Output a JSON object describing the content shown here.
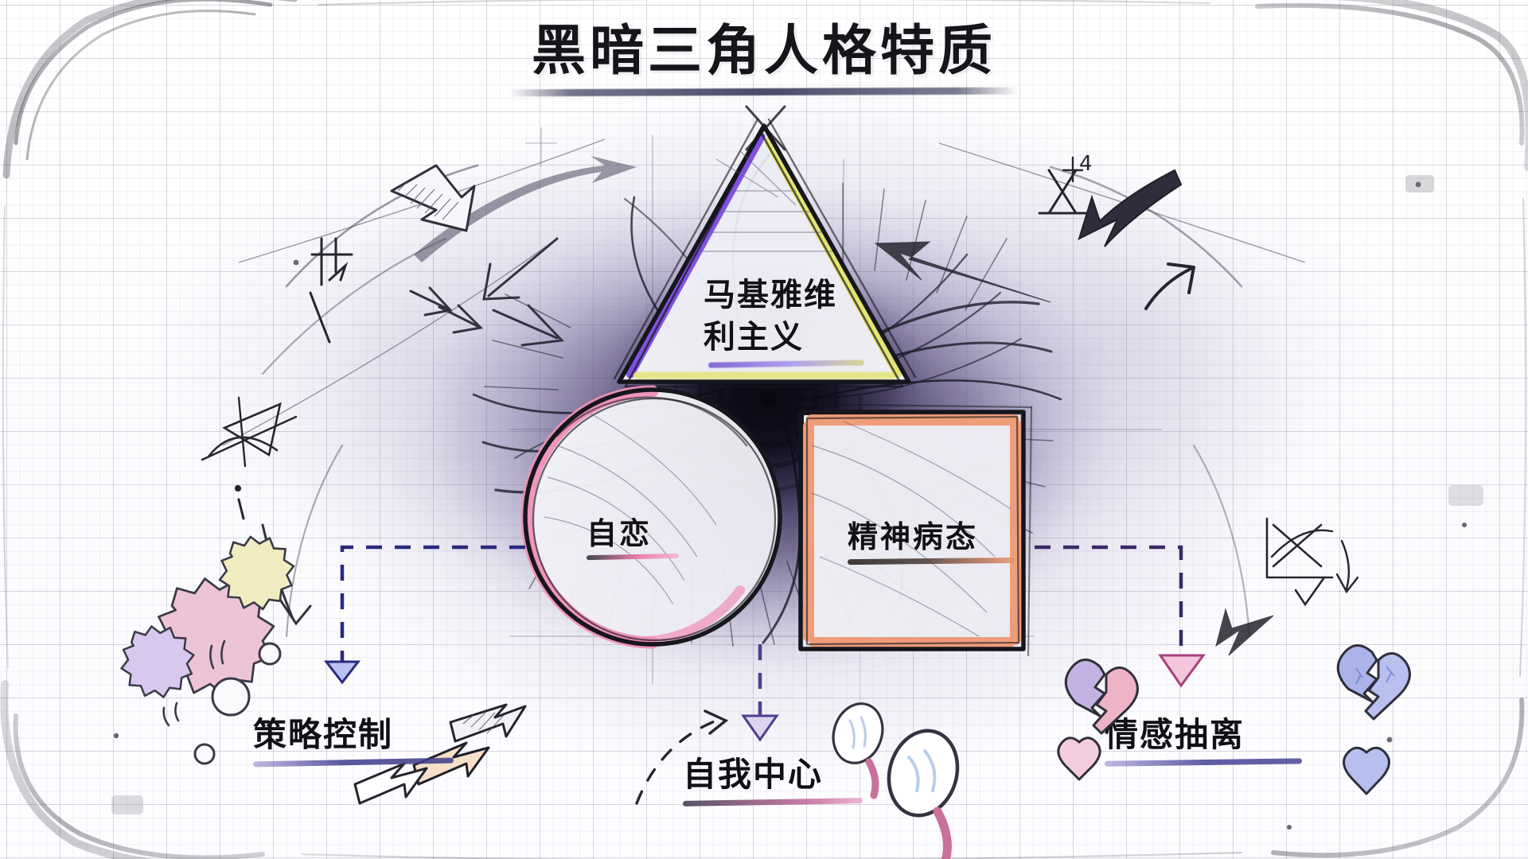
{
  "title": {
    "text": "黑暗三角人格特质"
  },
  "shapes": [
    {
      "id": "triangle",
      "name": "马基雅维利主义",
      "label_line1": "马基雅维",
      "label_line2": "利主义",
      "stroke_left": "#7B49E0",
      "stroke_right": "#E6E36A",
      "outline": "#1b1b22"
    },
    {
      "id": "circle",
      "name": "自恋",
      "label": "自恋",
      "stroke": "#F090B8",
      "outline": "#16161c"
    },
    {
      "id": "square",
      "name": "精神病态",
      "label": "精神病态",
      "stroke": "#F09670",
      "outline": "#15151b"
    }
  ],
  "callouts": [
    {
      "id": "strategic-control",
      "label": "策略控制",
      "arrow_color": "#3b3b9e",
      "icon": "gears-icon"
    },
    {
      "id": "self-centered",
      "label": "自我中心",
      "arrow_color": "#6b4fa8",
      "icon": "hand-mirror-icon"
    },
    {
      "id": "emotional-detachment",
      "label": "情感抽离",
      "arrow_color": "#b9569a",
      "icon": "broken-heart-icon"
    }
  ],
  "colors": {
    "paper": "#fbfbfd",
    "grid": "#787d96",
    "ink": "#15151a",
    "smoke": "#1c1630",
    "accent_purple": "#7B49E0",
    "accent_yellow": "#E6E36A",
    "accent_pink": "#F090B8",
    "accent_coral": "#F09670",
    "connector_blue": "#2a2a80",
    "connector_pink": "#efb8d2"
  },
  "icons": {
    "gears": "gears-icon",
    "mirror": "hand-mirror-icon",
    "broken_heart": "broken-heart-icon",
    "arrow_sketch": "sketch-arrow-icon",
    "vortex": "vortex-swirl-icon"
  }
}
